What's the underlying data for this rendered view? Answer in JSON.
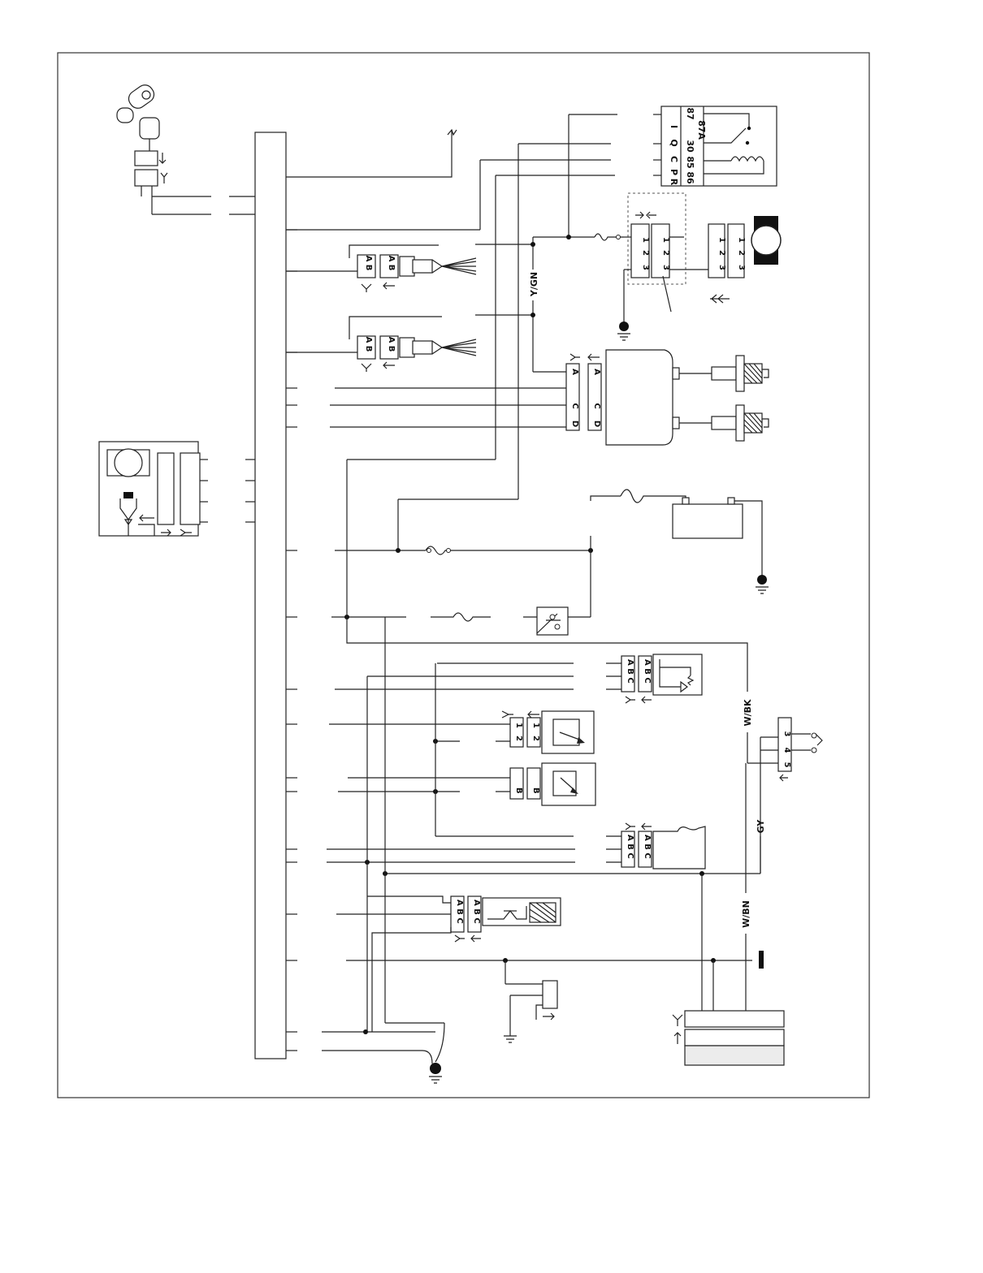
{
  "wire_labels": {
    "y_gn": "Y/GN",
    "w_bk": "W/BK",
    "gy": "GY",
    "w_bn": "W/BN"
  },
  "relay": {
    "pins_outer": [
      "I",
      "Q",
      "C",
      "P",
      "R"
    ],
    "pins_inner": [
      "87",
      "30",
      "85",
      "86"
    ],
    "pin_87a": "87A"
  },
  "connectors": {
    "ab": "A B",
    "abc": "A B C",
    "b": "B",
    "n1": "1",
    "n2": "2",
    "n3": "3",
    "n4": "4",
    "n5": "5",
    "a": "A",
    "c": "C",
    "d": "D"
  },
  "colors": {
    "line": "#222222",
    "fill_gray": "#ececec"
  }
}
